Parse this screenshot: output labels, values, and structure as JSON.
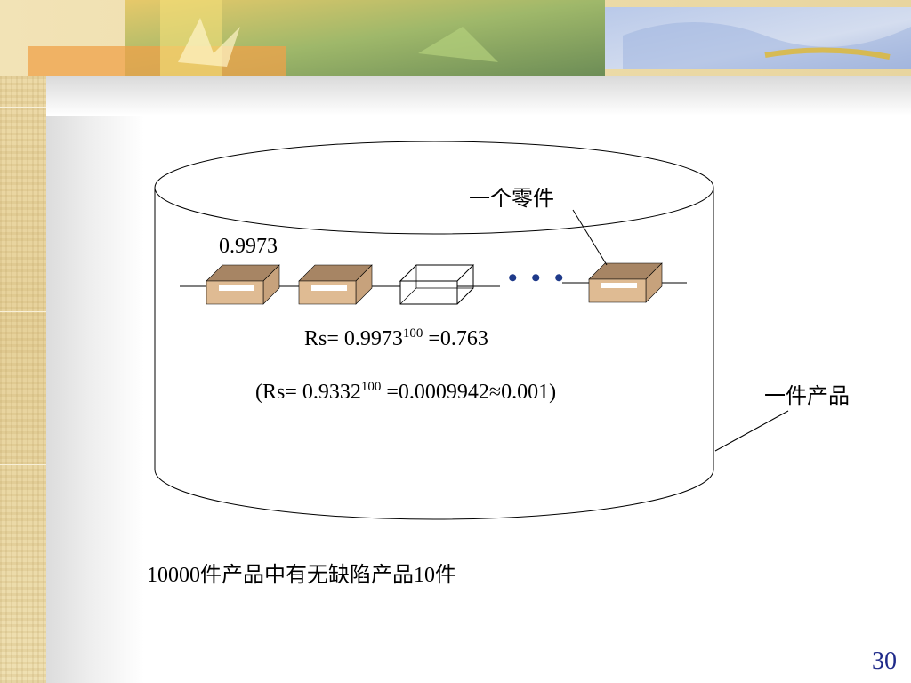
{
  "diagram": {
    "part_label": "一个零件",
    "part_reliability": "0.9973",
    "ellipsis": "• • •",
    "formula1": {
      "prefix": "Rs= 0.9973",
      "exponent": "100",
      "suffix": " =0.763"
    },
    "formula2": {
      "prefix": "(Rs= 0.9332",
      "exponent": "100",
      "suffix": " =0.0009942≈0.001)"
    },
    "product_label": "一件产品"
  },
  "note": "10000件产品中有无缺陷产品10件",
  "page_number": "30",
  "colors": {
    "part_top": "#a78564",
    "part_face": "#dfbb93",
    "part_side": "#c7a27c",
    "dots": "#1f3a8a",
    "page_number": "#1f2a8a"
  }
}
